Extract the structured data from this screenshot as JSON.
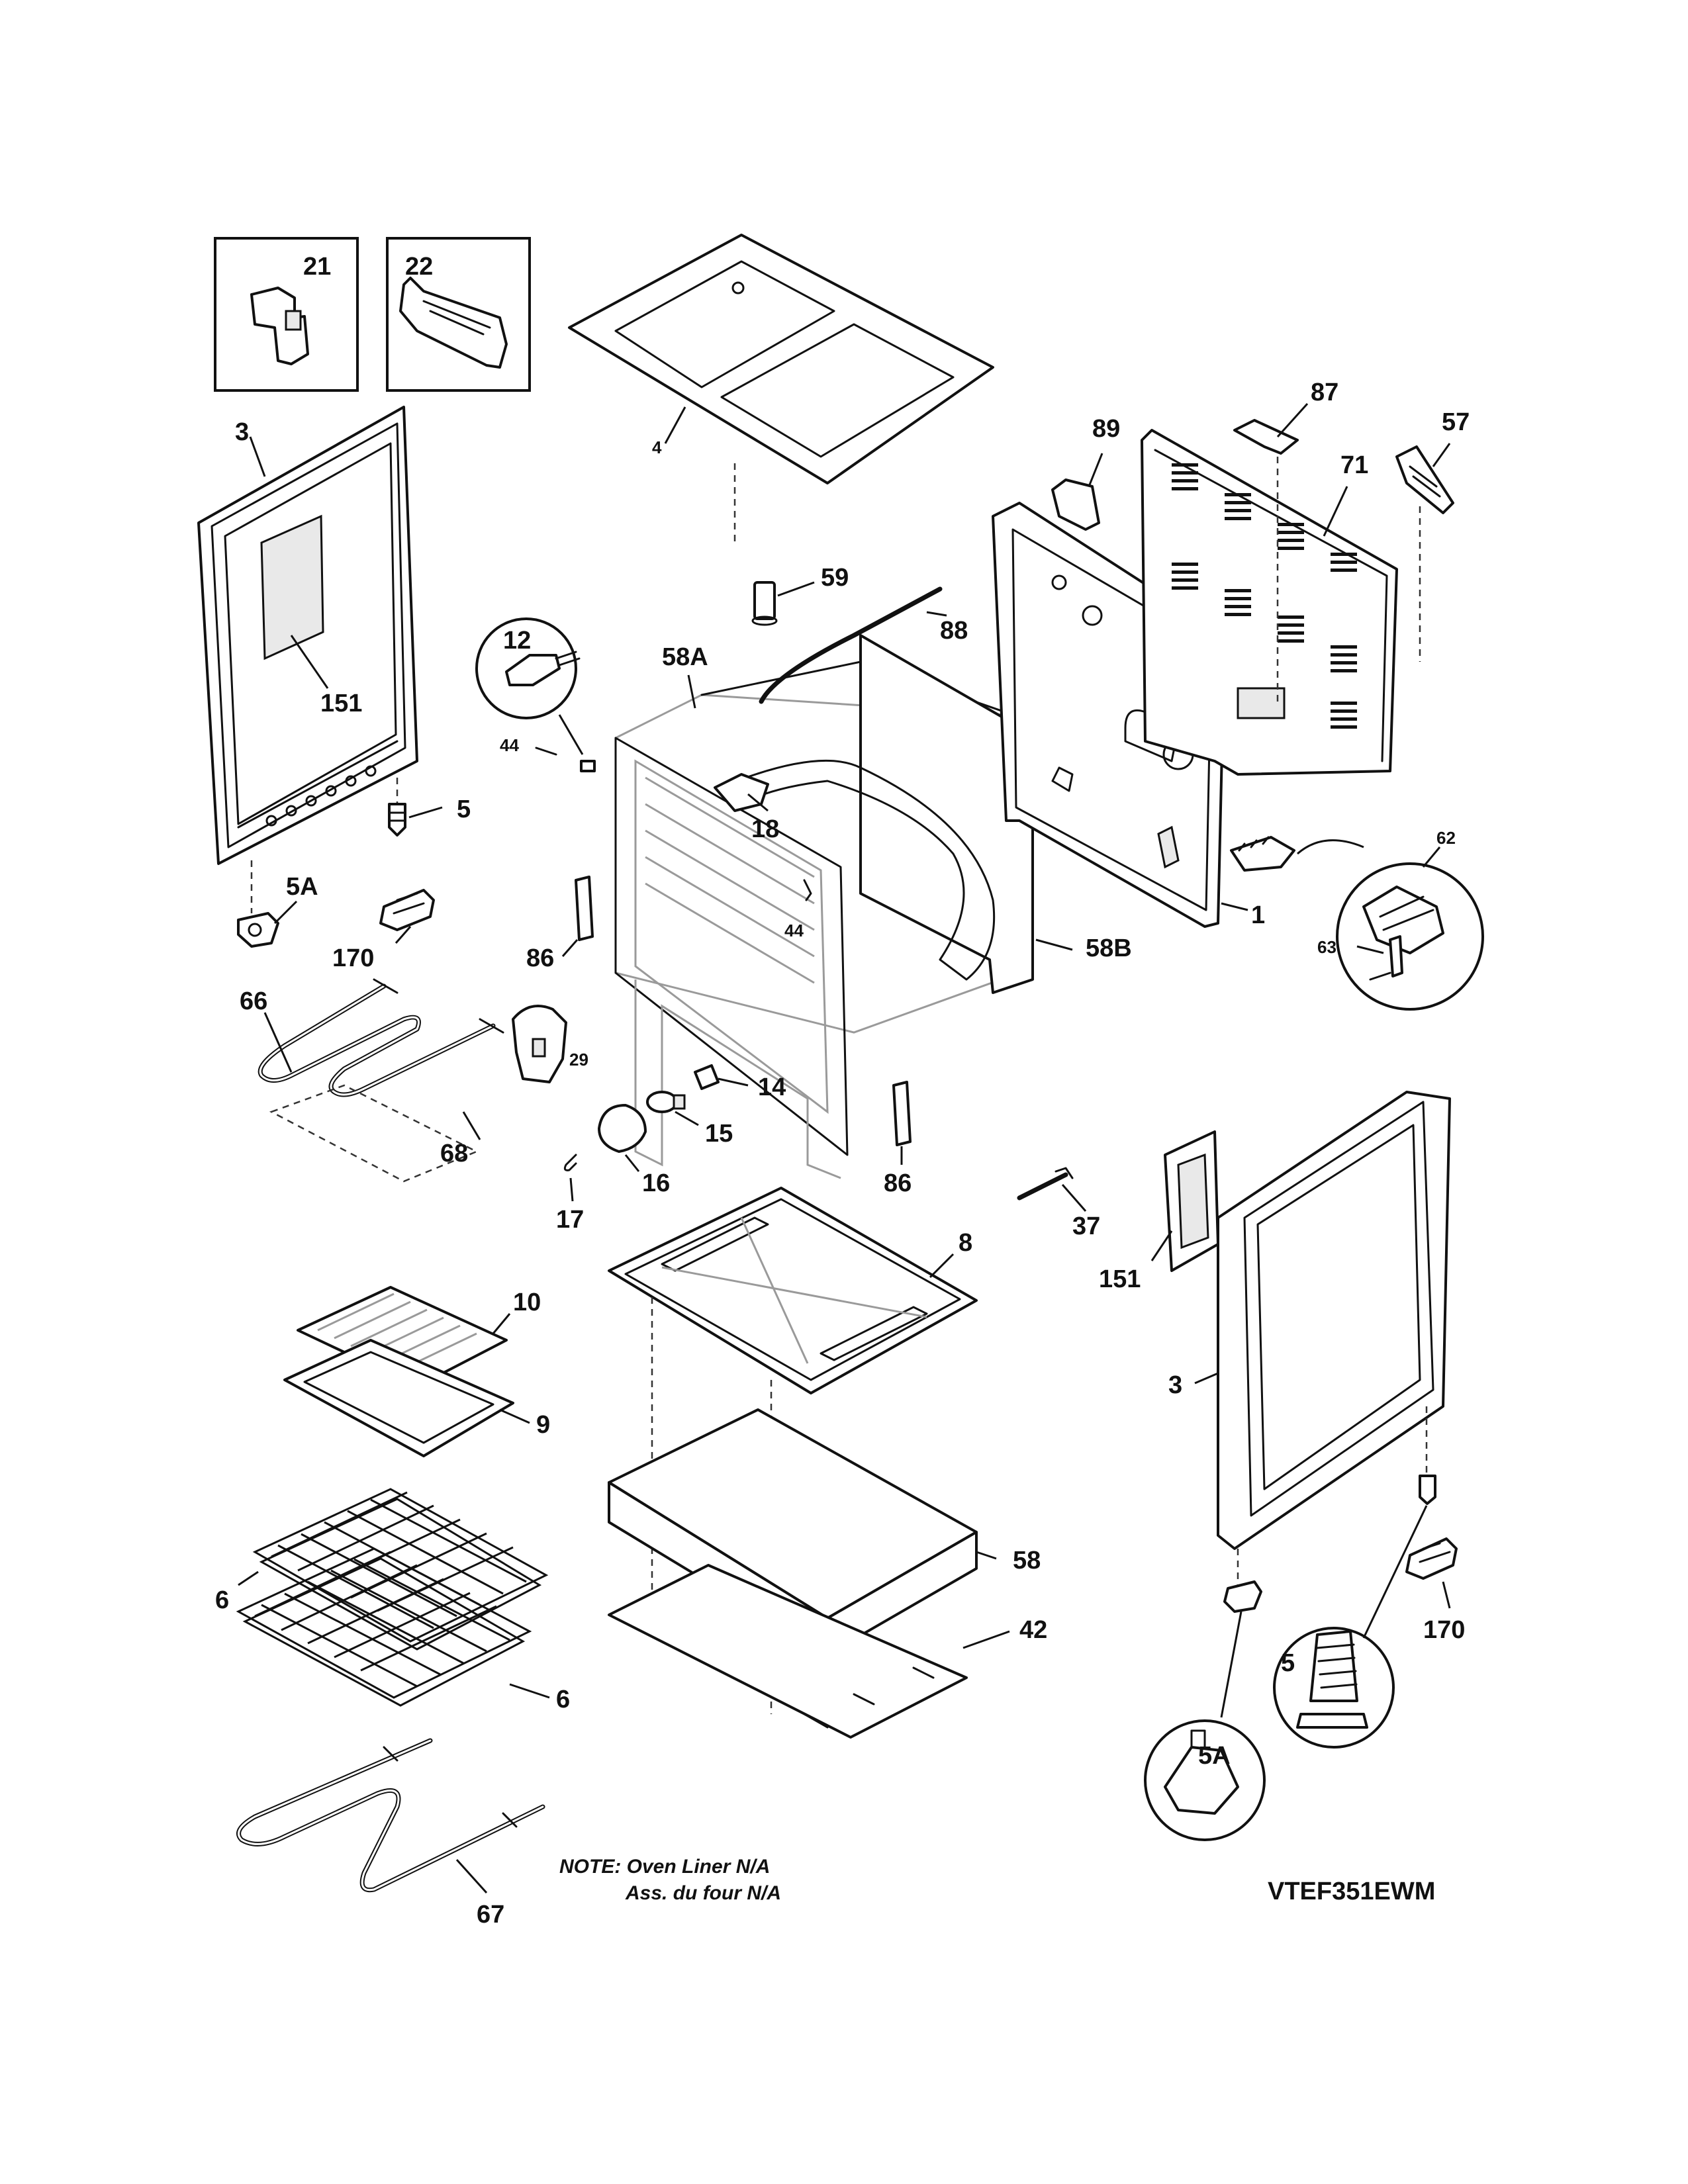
{
  "labels": {
    "l21": "21",
    "l22": "22",
    "l3a": "3",
    "l4": "4",
    "l87": "87",
    "l57": "57",
    "l89": "89",
    "l71": "71",
    "l59": "59",
    "l88": "88",
    "l12": "12",
    "l58a": "58A",
    "l44a": "44",
    "l151a": "151",
    "l18": "18",
    "l5a": "5",
    "l5aa": "5A",
    "l62": "62",
    "l44b": "44",
    "l1": "1",
    "l63": "63",
    "l170a": "170",
    "l86a": "86",
    "l58b": "58B",
    "l66": "66",
    "l29": "29",
    "l14": "14",
    "l15": "15",
    "l68": "68",
    "l16": "16",
    "l86b": "86",
    "l17": "17",
    "l37": "37",
    "l8": "8",
    "l151b": "151",
    "l10": "10",
    "l3b": "3",
    "l9": "9",
    "l58": "58",
    "l6a": "6",
    "l42": "42",
    "l170b": "170",
    "l6b": "6",
    "l5b": "5",
    "l5ab": "5A",
    "l67": "67"
  },
  "note": {
    "line1": "NOTE: Oven Liner N/A",
    "line2": "Ass. du four N/A"
  },
  "model_number": "VTEF351EWM"
}
